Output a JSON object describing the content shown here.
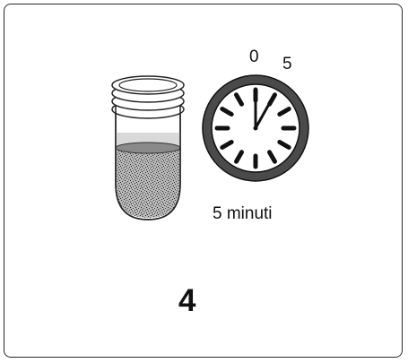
{
  "step": {
    "number": "4"
  },
  "timer": {
    "label_start": "0",
    "label_end": "5",
    "duration_label": "5 minuti"
  }
}
